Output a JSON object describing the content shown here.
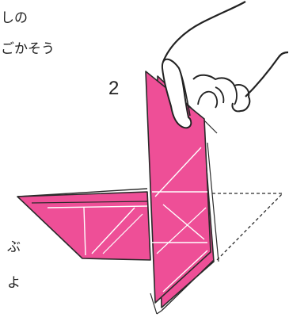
{
  "instruction_top": [
    "しの",
    "ごかそう"
  ],
  "step_number": "2",
  "instruction_side": [
    "ぶ",
    "よ"
  ],
  "colors": {
    "paper": "#ee4f97",
    "line": "#2a2a2a",
    "crease": "#ffffff",
    "background": "#ffffff"
  },
  "icons": [
    "hand-icon",
    "origami-paper"
  ]
}
